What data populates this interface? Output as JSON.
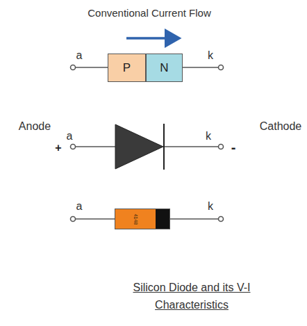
{
  "diagram": {
    "caption": "Silicon Diode and its V-I Characteristics",
    "nodes": [
      {
        "text": [
          "P"
        ]
      },
      {
        "text": [
          "N"
        ]
      },
      {
        "text": [
          "4148"
        ]
      }
    ],
    "labels": [
      "Conventional Current Flow",
      "a",
      "k",
      "Anode",
      "Cathode",
      "+",
      "a",
      "k",
      "-",
      "a",
      "k"
    ]
  }
}
